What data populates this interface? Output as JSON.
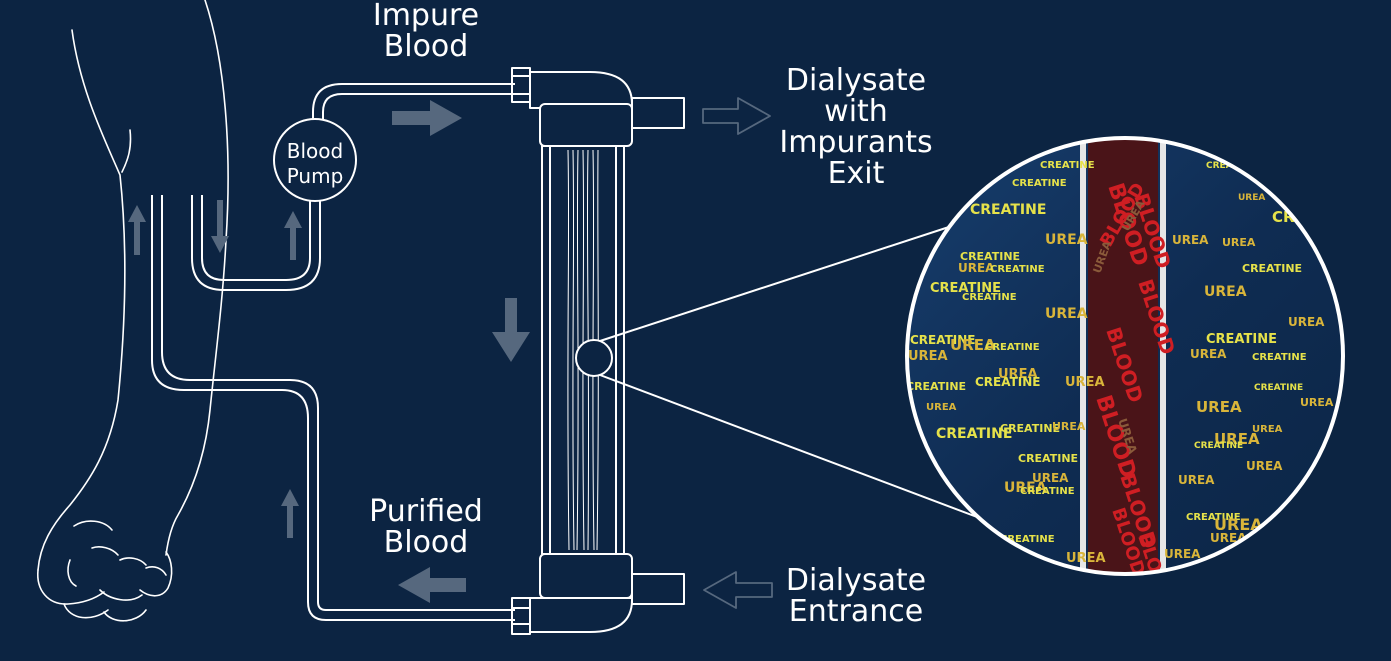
{
  "diagram": {
    "labels": {
      "impure_blood": [
        "Impure",
        "Blood"
      ],
      "dialysate_exit": [
        "Dialysate",
        "with",
        "Impurants",
        "Exit"
      ],
      "purified_blood": [
        "Purified",
        "Blood"
      ],
      "dialysate_entrance": [
        "Dialysate",
        "Entrance"
      ],
      "blood_pump": [
        "Blood",
        "Pump"
      ]
    },
    "zoom_words": {
      "urea": "UREA",
      "creatine": "CREATINE",
      "blood": "BLOOD"
    },
    "colors": {
      "background": "#0c2442",
      "line": "#ffffff",
      "arrow": "#56687e",
      "urea": "#d9b53a",
      "creatine": "#e6e24a",
      "blood": "#cf1e23"
    }
  }
}
